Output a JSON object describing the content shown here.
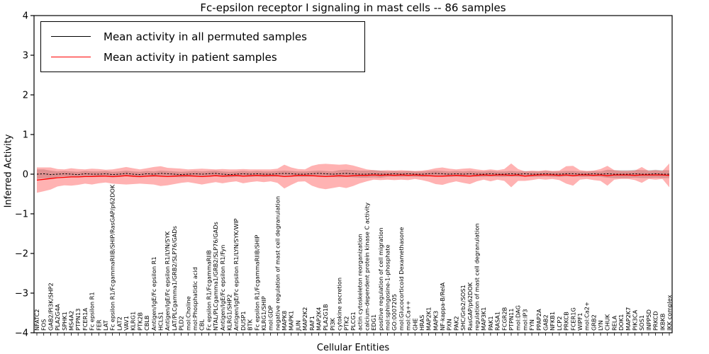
{
  "chart_data": {
    "type": "line",
    "title": "Fc-epsilon receptor I signaling in mast cells -- 86 samples",
    "xlabel": "Cellular Entities",
    "ylabel": "Inferred Activity",
    "ylim": [
      -4,
      4
    ],
    "yticks": [
      4,
      3,
      2,
      1,
      0,
      -1,
      -2,
      -3,
      -4
    ],
    "grid": false,
    "legend_position": "upper left",
    "categories": [
      "NFATC2",
      "FOS",
      "GAB2/PI3K/SHP2",
      "PLA2G4A",
      "SPHK1",
      "MS4A2",
      "PTPN13",
      "FCER1A",
      "Fc epsilon R1",
      "FER",
      "LAT",
      "Fc epsilon R1/FcgammaRIIB/SHIP/RasGAP/p62DOK",
      "LAT2",
      "VAV1",
      "KLRG1",
      "PTK2B",
      "CBLB",
      "Antigen/IgE/Fc epsilon R1",
      "HCLS1",
      "Antigen/IgE/Fc epsilon R1/LYN/SYK",
      "LAT/PLCgamma1/GRB2/SLP76/GADs",
      "PLD2",
      "mol:Choline",
      "mol:Phosphatidic acid",
      "CBL",
      "Fc epsilon R1/FcgammaRIIB",
      "NTAL/PLCgamma1/GRB2/SLP76/GADs",
      "Antigen/IgE/Fc epsilon R1/Fyn",
      "KLRG1/SHP2",
      "Antigen/IgE/Fc epsilon R1/LYN/SYK/WIP",
      "DUSP1",
      "BTK",
      "Fc epsilon R1/FcgammaRIIB/SHIP",
      "KLRG1/SHIP",
      "mol:GDP",
      "negative regulation of mast cell degranulation",
      "MAPK8",
      "MAPK1",
      "JUN",
      "MAP2K2",
      "RAF1",
      "MAP2K4",
      "PLA2G1B",
      "PI3K",
      "cytokine secretion",
      "PTK2",
      "PLCG1",
      "actin cytoskeleton reorganization",
      "calcium-dependent protein kinase C activity",
      "EDG1",
      "positive regulation of cell migration",
      "mol:sphingosine-1-phosphate",
      "GO:0007205",
      "mol:Glucocorticoid Dexamethasone",
      "mol:Ca++",
      "GHE",
      "HRAS",
      "MAP2K1",
      "MAPK3",
      "NF-kappa-B/RelA",
      "PXN",
      "PAK2",
      "SHC/Grb2/SOS1",
      "RasGAP/p62DOK",
      "regulation of mast cell degranulation",
      "MAP3K1",
      "PAK1",
      "RASA1",
      "FCGR2B",
      "PTPN11",
      "mol:DAG",
      "mol:IP3",
      "FYN",
      "PPAP2A",
      "GAB2",
      "NFKB1",
      "LCP2",
      "PRKCB",
      "FCER1G",
      "WIPF1",
      "mol:Ca2+",
      "GRB2",
      "LYN",
      "CHUK",
      "RELA",
      "DOK1",
      "MAP2K7",
      "PIK3CA",
      "SOS1",
      "INPP5D",
      "PRKCD",
      "IKBKB",
      "IKK complex"
    ],
    "series": [
      {
        "name": "Mean activity in all permuted samples",
        "color": "#000000",
        "band_color": "#999999",
        "band_opacity": 0.45,
        "values": [
          0.0,
          0.01,
          -0.01,
          0.0,
          0.01,
          0.0,
          -0.01,
          0.01,
          0.0,
          0.0,
          0.01,
          -0.01,
          0.0,
          0.02,
          0.0,
          -0.01,
          0.01,
          0.0,
          0.02,
          0.01,
          0.0,
          -0.01,
          0.0,
          0.01,
          0.0,
          0.01,
          0.02,
          0.0,
          -0.01,
          0.0,
          0.01,
          0.0,
          0.01,
          0.0,
          0.0,
          0.01,
          0.02,
          0.01,
          0.0,
          0.0,
          0.01,
          0.02,
          0.01,
          0.0,
          0.01,
          0.02,
          0.01,
          0.0,
          0.0,
          0.01,
          0.0,
          0.0,
          0.01,
          0.0,
          0.01,
          0.0,
          0.0,
          0.01,
          0.02,
          0.01,
          0.0,
          0.01,
          0.0,
          0.01,
          0.0,
          0.0,
          0.01,
          0.0,
          0.0,
          0.01,
          0.0,
          0.01,
          0.0,
          0.0,
          0.01,
          0.0,
          0.0,
          0.01,
          0.01,
          0.0,
          0.0,
          0.01,
          0.0,
          0.01,
          0.0,
          0.0,
          0.0,
          0.01,
          0.0,
          0.0,
          0.01,
          0.0,
          0.0
        ],
        "band_halfwidth": [
          0.12,
          0.11,
          0.1,
          0.07,
          0.07,
          0.07,
          0.07,
          0.07,
          0.07,
          0.07,
          0.07,
          0.07,
          0.07,
          0.07,
          0.07,
          0.07,
          0.07,
          0.07,
          0.07,
          0.07,
          0.07,
          0.07,
          0.07,
          0.07,
          0.07,
          0.07,
          0.07,
          0.07,
          0.07,
          0.07,
          0.07,
          0.07,
          0.07,
          0.07,
          0.07,
          0.07,
          0.07,
          0.07,
          0.07,
          0.07,
          0.07,
          0.07,
          0.07,
          0.07,
          0.09,
          0.09,
          0.09,
          0.09,
          0.09,
          0.09,
          0.09,
          0.07,
          0.07,
          0.07,
          0.07,
          0.07,
          0.07,
          0.07,
          0.07,
          0.07,
          0.07,
          0.07,
          0.07,
          0.07,
          0.07,
          0.07,
          0.07,
          0.07,
          0.07,
          0.07,
          0.07,
          0.07,
          0.07,
          0.07,
          0.07,
          0.07,
          0.07,
          0.07,
          0.07,
          0.07,
          0.07,
          0.07,
          0.07,
          0.1,
          0.1,
          0.1,
          0.1,
          0.1,
          0.1,
          0.1,
          0.1,
          0.1,
          0.1
        ]
      },
      {
        "name": "Mean activity in patient samples",
        "color": "#ff0000",
        "band_color": "#ff0000",
        "band_opacity": 0.3,
        "values": [
          -0.15,
          -0.13,
          -0.11,
          -0.09,
          -0.08,
          -0.07,
          -0.07,
          -0.06,
          -0.06,
          -0.05,
          -0.05,
          -0.06,
          -0.05,
          -0.04,
          -0.05,
          -0.06,
          -0.05,
          -0.04,
          -0.05,
          -0.06,
          -0.05,
          -0.04,
          -0.04,
          -0.05,
          -0.06,
          -0.05,
          -0.04,
          -0.05,
          -0.04,
          -0.03,
          -0.05,
          -0.04,
          -0.03,
          -0.04,
          -0.03,
          -0.04,
          -0.06,
          -0.05,
          -0.03,
          -0.03,
          -0.04,
          -0.05,
          -0.06,
          -0.05,
          -0.04,
          -0.05,
          -0.04,
          -0.03,
          -0.03,
          -0.02,
          -0.03,
          -0.02,
          -0.03,
          -0.02,
          -0.03,
          -0.02,
          -0.03,
          -0.04,
          -0.05,
          -0.05,
          -0.04,
          -0.03,
          -0.04,
          -0.05,
          -0.03,
          -0.02,
          -0.03,
          -0.02,
          -0.02,
          -0.03,
          -0.02,
          -0.05,
          -0.03,
          -0.02,
          -0.02,
          -0.02,
          -0.03,
          -0.02,
          -0.04,
          -0.02,
          -0.02,
          -0.03,
          -0.02,
          -0.04,
          -0.02,
          -0.02,
          -0.02,
          -0.03,
          -0.02,
          -0.02,
          -0.02,
          -0.02,
          -0.03
        ],
        "band_halfwidth": [
          0.32,
          0.3,
          0.28,
          0.22,
          0.2,
          0.22,
          0.2,
          0.18,
          0.2,
          0.18,
          0.16,
          0.18,
          0.2,
          0.22,
          0.2,
          0.18,
          0.2,
          0.22,
          0.25,
          0.22,
          0.2,
          0.18,
          0.16,
          0.18,
          0.2,
          0.18,
          0.16,
          0.18,
          0.16,
          0.15,
          0.18,
          0.16,
          0.15,
          0.16,
          0.15,
          0.18,
          0.3,
          0.22,
          0.16,
          0.15,
          0.25,
          0.3,
          0.32,
          0.3,
          0.28,
          0.3,
          0.26,
          0.2,
          0.15,
          0.12,
          0.12,
          0.12,
          0.12,
          0.12,
          0.12,
          0.1,
          0.12,
          0.15,
          0.2,
          0.22,
          0.18,
          0.15,
          0.18,
          0.2,
          0.15,
          0.12,
          0.15,
          0.12,
          0.15,
          0.3,
          0.15,
          0.12,
          0.12,
          0.1,
          0.12,
          0.1,
          0.12,
          0.22,
          0.25,
          0.12,
          0.1,
          0.12,
          0.15,
          0.25,
          0.12,
          0.1,
          0.1,
          0.12,
          0.2,
          0.1,
          0.12,
          0.1,
          0.3
        ]
      }
    ]
  }
}
